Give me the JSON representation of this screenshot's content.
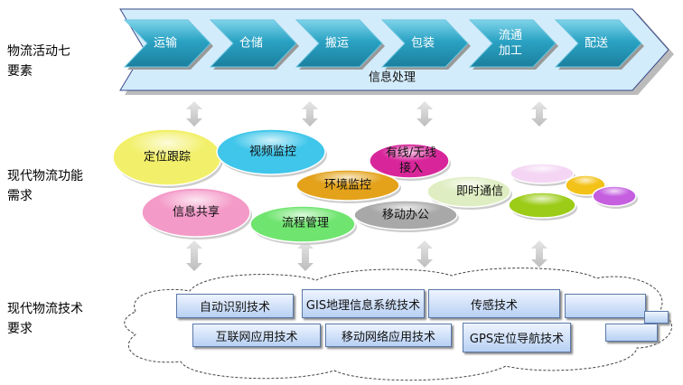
{
  "row_labels": {
    "activities": [
      "物流活动七",
      "要素"
    ],
    "functions": [
      "现代物流功能",
      "需求"
    ],
    "technology": [
      "现代物流技术",
      "要求"
    ]
  },
  "process": {
    "steps": [
      {
        "label": [
          "运输"
        ]
      },
      {
        "label": [
          "仓储"
        ]
      },
      {
        "label": [
          "搬运"
        ]
      },
      {
        "label": [
          "包装"
        ]
      },
      {
        "label": [
          "流通",
          "加工"
        ]
      },
      {
        "label": [
          "配送"
        ]
      }
    ],
    "base_label": "信息处理"
  },
  "functions": [
    {
      "label": [
        "定位跟踪"
      ],
      "color": "#f2f06a"
    },
    {
      "label": [
        "视频监控"
      ],
      "color": "#3fc6ea"
    },
    {
      "label": [
        "有线/无线",
        "接入"
      ],
      "color": "#d8269a"
    },
    {
      "label": [
        "环境监控"
      ],
      "color": "#e3a21a"
    },
    {
      "label": [
        "即时通信"
      ],
      "color": "#dfeec2"
    },
    {
      "label": [
        "信息共享"
      ],
      "color": "#f49ac8"
    },
    {
      "label": [
        "流程管理"
      ],
      "color": "#6fe56f"
    },
    {
      "label": [
        "移动办公"
      ],
      "color": "#a8a8a8"
    }
  ],
  "technologies": [
    "自动识别技术",
    "GIS地理信息系统技术",
    "传感技术",
    "互联网应用技术",
    "移动网络应用技术",
    "GPS定位导航技术"
  ],
  "colors": {
    "chevron": "#2ba3c4",
    "band": "#d3ecfb",
    "box": "#b7d0f3"
  }
}
